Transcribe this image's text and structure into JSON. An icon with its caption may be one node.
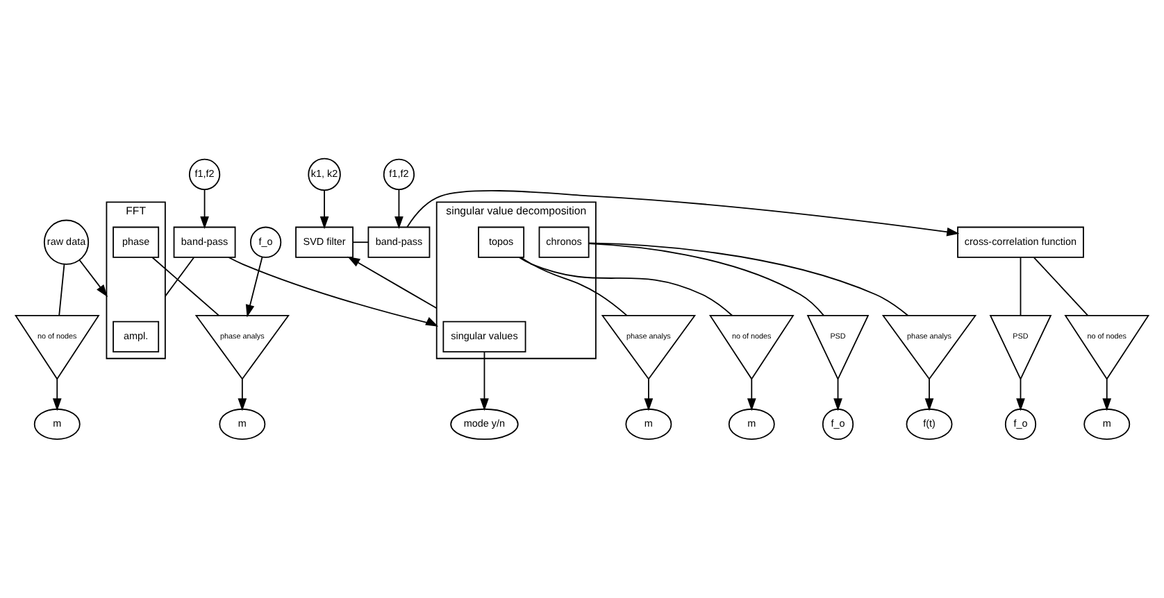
{
  "diagram": {
    "nodes": [
      {
        "text": [
          "f1,f2"
        ]
      },
      {
        "text": [
          "k1, k2"
        ]
      },
      {
        "text": [
          "f1,f2"
        ]
      },
      {
        "text": [
          "raw data"
        ]
      },
      {
        "text": [
          "FFT"
        ]
      },
      {
        "text": [
          "phase"
        ],
        "in": 4
      },
      {
        "text": [
          "ampl."
        ],
        "in": 4
      },
      {
        "text": [
          "band-pass"
        ]
      },
      {
        "text": [
          "singular value decomposition"
        ]
      },
      {
        "text": [
          "chronos"
        ],
        "in": 8
      },
      {
        "text": [
          "singular values"
        ],
        "in": 8
      },
      {
        "text": [
          "topos"
        ],
        "in": 8
      },
      {
        "text": [
          "SVD filter"
        ]
      },
      {
        "text": [
          "band-pass"
        ]
      },
      {
        "text": [
          "cross-correlation function"
        ]
      },
      {
        "text": [
          "f_o"
        ]
      },
      {
        "text": [
          "no of nodes"
        ]
      },
      {
        "text": [
          "phase analys"
        ]
      },
      {
        "text": [
          "PSD"
        ]
      },
      {
        "text": [
          "phase analys"
        ]
      },
      {
        "text": [
          "phase analys"
        ]
      },
      {
        "text": [
          "no of nodes"
        ]
      },
      {
        "text": [
          "PSD"
        ]
      },
      {
        "text": [
          "no of nodes"
        ]
      },
      {
        "text": [
          "f_o"
        ]
      },
      {
        "text": [
          "f_o"
        ]
      },
      {
        "text": [
          "m"
        ]
      },
      {
        "text": [
          "m"
        ]
      },
      {
        "text": [
          "f(t)"
        ]
      },
      {
        "text": [
          "mode y/n"
        ]
      },
      {
        "text": [
          "m"
        ]
      },
      {
        "text": [
          "m"
        ]
      },
      {
        "text": [
          "m"
        ]
      }
    ],
    "edges": [
      {
        "from": 3,
        "to": 4,
        "arrow": "to"
      },
      {
        "from": 4,
        "to": 7,
        "arrow": "none"
      },
      {
        "from": 0,
        "to": 7,
        "arrow": "to"
      },
      {
        "from": 7,
        "to": 8,
        "arrow": "to"
      },
      {
        "from": 8,
        "to": 12,
        "arrow": "to"
      },
      {
        "from": 1,
        "to": 12,
        "arrow": "to"
      },
      {
        "from": 12,
        "to": 13,
        "arrow": "none"
      },
      {
        "from": 2,
        "to": 13,
        "arrow": "to"
      },
      {
        "from": 13,
        "to": 14,
        "arrow": "to"
      },
      {
        "from": 3,
        "to": 16,
        "arrow": "none"
      },
      {
        "from": 16,
        "to": 26,
        "arrow": "to"
      },
      {
        "from": 5,
        "to": 17,
        "arrow": "none"
      },
      {
        "from": 15,
        "to": 17,
        "arrow": "to"
      },
      {
        "from": 17,
        "to": 27,
        "arrow": "to"
      },
      {
        "from": 9,
        "to": 18,
        "arrow": "none"
      },
      {
        "from": 18,
        "to": 24,
        "arrow": "to"
      },
      {
        "from": 9,
        "to": 19,
        "arrow": "none"
      },
      {
        "from": 19,
        "to": 28,
        "arrow": "to"
      },
      {
        "from": 10,
        "to": 29,
        "arrow": "to"
      },
      {
        "from": 11,
        "to": 20,
        "arrow": "none"
      },
      {
        "from": 20,
        "to": 30,
        "arrow": "to"
      },
      {
        "from": 11,
        "to": 21,
        "arrow": "none"
      },
      {
        "from": 21,
        "to": 31,
        "arrow": "to"
      },
      {
        "from": 14,
        "to": 22,
        "arrow": "none"
      },
      {
        "from": 22,
        "to": 25,
        "arrow": "to"
      },
      {
        "from": 14,
        "to": 23,
        "arrow": "none"
      },
      {
        "from": 23,
        "to": 32,
        "arrow": "to"
      }
    ]
  }
}
